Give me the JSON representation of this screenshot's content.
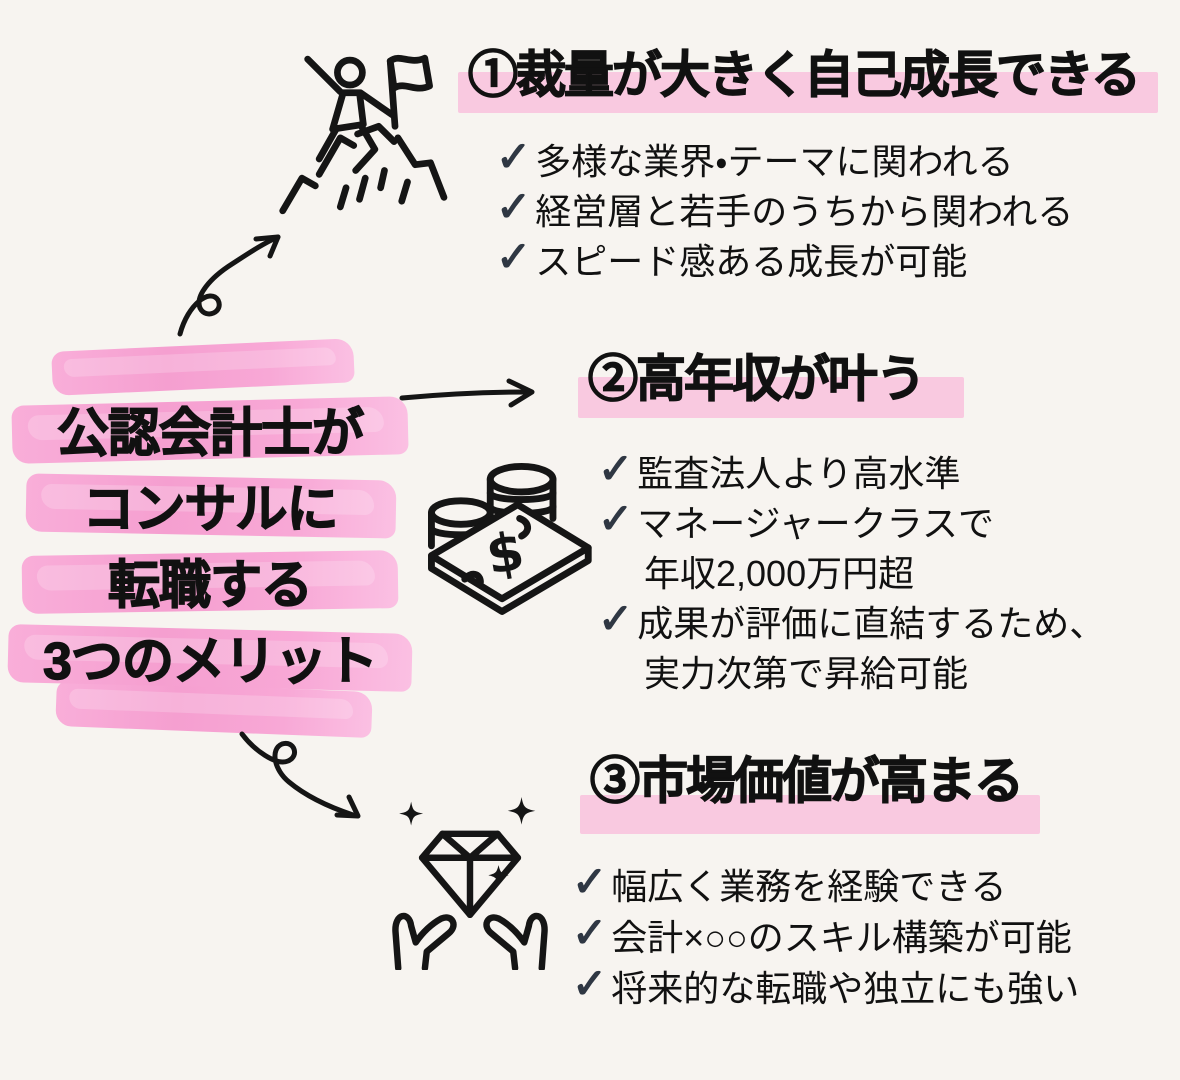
{
  "ui": {
    "check_glyph": "✓"
  },
  "colors": {
    "background": "#f7f4f0",
    "ink": "#151515",
    "text": "#111111",
    "check": "#2f3743",
    "heading_highlight": "#f9c9e0",
    "marker_pink": "#f8a8d6",
    "marker_pink_light": "#fbc0e3"
  },
  "title": {
    "lines": [
      "公認会計士が",
      "コンサルに",
      "転職する",
      "3つのメリット"
    ]
  },
  "sections": [
    {
      "heading": "①裁量が大きく自己成長できる",
      "icon": "mountain-summit-flag-icon",
      "bullets": [
        {
          "text": "多様な業界・テーマに関われる"
        },
        {
          "text": "経営層と若手のうちから関われる"
        },
        {
          "text": "スピード感ある成長が可能"
        }
      ]
    },
    {
      "heading": "②高年収が叶う",
      "icon": "coins-banknote-icon",
      "bullets": [
        {
          "text": "監査法人より高水準"
        },
        {
          "text": "マネージャークラスで"
        },
        {
          "text": "年収2,000万円超",
          "continuation": true
        },
        {
          "text": "成果が評価に直結するため、"
        },
        {
          "text": "実力次第で昇給可能",
          "continuation": true
        }
      ]
    },
    {
      "heading": "③市場価値が高まる",
      "icon": "diamond-in-hands-icon",
      "bullets": [
        {
          "text": "幅広く業務を経験できる"
        },
        {
          "text": "会計×○○のスキル構築が可能"
        },
        {
          "text": "将来的な転職や独立にも強い"
        }
      ]
    }
  ]
}
